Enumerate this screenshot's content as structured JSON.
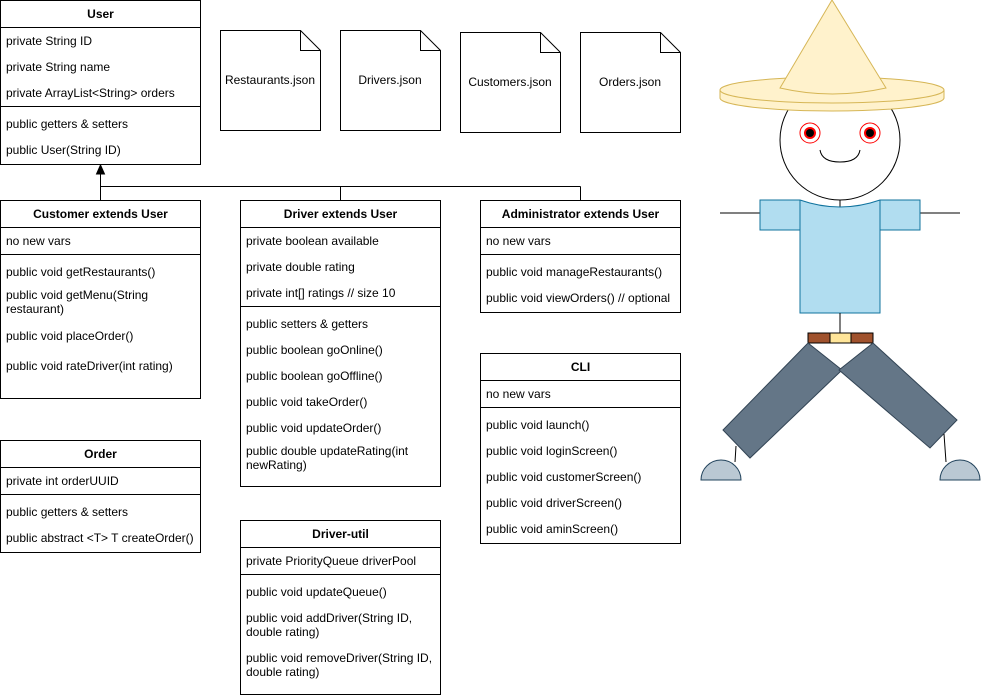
{
  "classes": {
    "user": {
      "name": "User",
      "fields": [
        "private String ID",
        "private String name",
        "private ArrayList<String> orders"
      ],
      "methods": [
        "public getters & setters",
        "public User(String ID)"
      ]
    },
    "customer": {
      "name": "Customer extends User",
      "fields": [
        "no new vars"
      ],
      "methods": [
        "public void getRestaurants()",
        "public void getMenu(String restaurant)",
        "public void placeOrder()",
        "public void rateDriver(int rating)"
      ]
    },
    "driver": {
      "name": "Driver extends User",
      "fields": [
        "private boolean available",
        "private double rating",
        "private int[] ratings // size 10"
      ],
      "methods": [
        "public setters & getters",
        "public boolean goOnline()",
        "public boolean goOffline()",
        "public void takeOrder()",
        "public void updateOrder()",
        "public double updateRating(int newRating)"
      ]
    },
    "administrator": {
      "name": "Administrator extends User",
      "fields": [
        "no new vars"
      ],
      "methods": [
        "public void manageRestaurants()",
        "public void viewOrders() // optional"
      ]
    },
    "order": {
      "name": "Order",
      "fields": [
        "private int orderUUID"
      ],
      "methods": [
        "public getters & setters",
        "public abstract <T> T createOrder()"
      ]
    },
    "cli": {
      "name": "CLI",
      "fields": [
        "no new vars"
      ],
      "methods": [
        "public void launch()",
        "public void loginScreen()",
        "public void customerScreen()",
        "public void driverScreen()",
        "public void aminScreen()"
      ]
    },
    "driver_util": {
      "name": "Driver-util",
      "fields": [
        "private PriorityQueue driverPool"
      ],
      "methods": [
        "public void updateQueue()",
        "public void addDriver(String ID, double rating)",
        "public void removeDriver(String ID, double rating)"
      ]
    }
  },
  "files": [
    "Restaurants.json",
    "Drivers.json",
    "Customers.json",
    "Orders.json"
  ],
  "colors": {
    "hat": "#fff2cc",
    "hat_stroke": "#d6b656",
    "shirt": "#b1ddf0",
    "shirt_stroke": "#10739e",
    "pants": "#647687",
    "pants_stroke": "#314354",
    "shoes": "#bac8d3",
    "belt": "#a0522d",
    "buckle": "#ffe599",
    "eyes": "#ff0000"
  }
}
